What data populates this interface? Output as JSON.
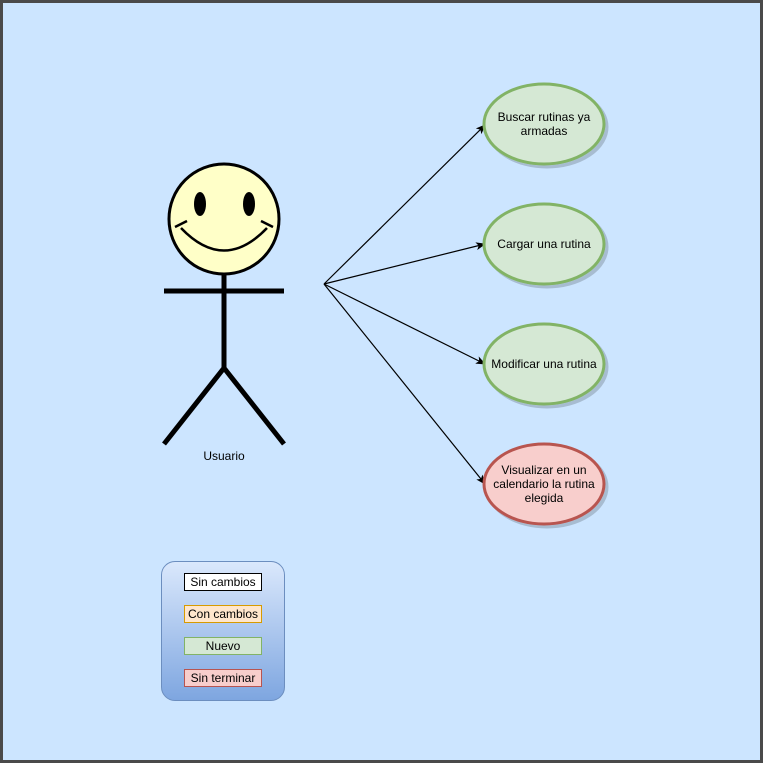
{
  "actor": {
    "label": "Usuario",
    "face_color": "#ffffc8"
  },
  "use_cases": [
    {
      "label": "Buscar rutinas ya armadas",
      "status": "Nuevo"
    },
    {
      "label": "Cargar una rutina",
      "status": "Nuevo"
    },
    {
      "label": "Modificar una rutina",
      "status": "Nuevo"
    },
    {
      "label": "Visualizar en un calendario la rutina elegida",
      "status": "Sin terminar"
    }
  ],
  "legend": {
    "items": [
      {
        "label": "Sin cambios",
        "fill": "#ffffff",
        "stroke": "#000000"
      },
      {
        "label": "Con cambios",
        "fill": "#ffe6cc",
        "stroke": "#d79b00"
      },
      {
        "label": "Nuevo",
        "fill": "#d5e8d4",
        "stroke": "#82b366"
      },
      {
        "label": "Sin terminar",
        "fill": "#f8cecc",
        "stroke": "#b85450"
      }
    ]
  },
  "colors": {
    "background": "#cce5ff",
    "boundary_line": "#7ea6e0",
    "nuevo_fill": "#d5e8d4",
    "nuevo_stroke": "#82b366",
    "sin_terminar_fill": "#f8cecc",
    "sin_terminar_stroke": "#b85450"
  }
}
